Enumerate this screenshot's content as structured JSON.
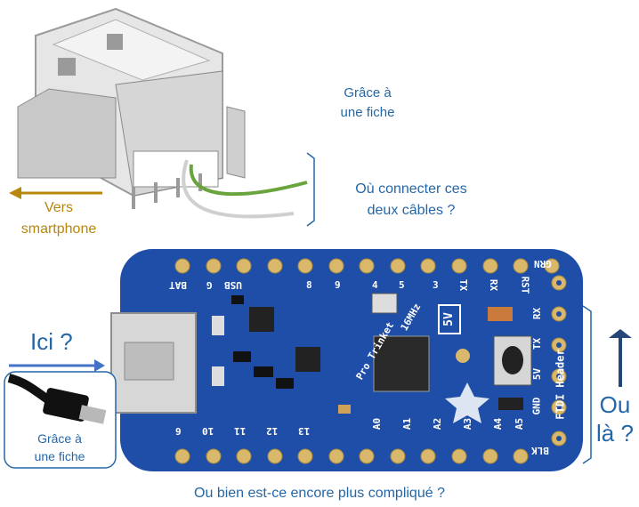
{
  "annotations": {
    "top_fiche": "Grâce à\nune fiche",
    "cables_question_line1": "Où connecter ces",
    "cables_question_line2": "deux câbles ?",
    "vers_line1": "Vers",
    "vers_line2": "smartphone",
    "ici": "Ici ?",
    "bottom_fiche": "Grâce à\nune fiche",
    "ou_line1": "Ou",
    "ou_line2": "là ?",
    "bottom_question": "Ou bien est-ce encore plus compliqué ?"
  },
  "board": {
    "top_labels": [
      "GRN",
      "RST",
      "RX",
      "TX",
      "5",
      "4",
      "3",
      "9",
      "8",
      "USB",
      "G",
      "BAT"
    ],
    "side_labels": [
      "RX",
      "TX",
      "5V",
      "GND",
      "BLK"
    ],
    "bottom_labels": [
      "6",
      "10",
      "11",
      "12",
      "13",
      "A0",
      "A1",
      "A2",
      "A3",
      "A4",
      "A5"
    ],
    "chip_text": "Pro Trinket",
    "ftdi_text": "FTDI Header",
    "crystal_text": "16MHz",
    "voltage_text": "5V"
  },
  "colors": {
    "annotation_blue": "#2467a8",
    "gold": "#b8860b",
    "board": "#1f4ea8",
    "gold_pad": "#d9b86b",
    "green_wire": "#6aa43c",
    "gray_wire": "#cfcfcf"
  }
}
